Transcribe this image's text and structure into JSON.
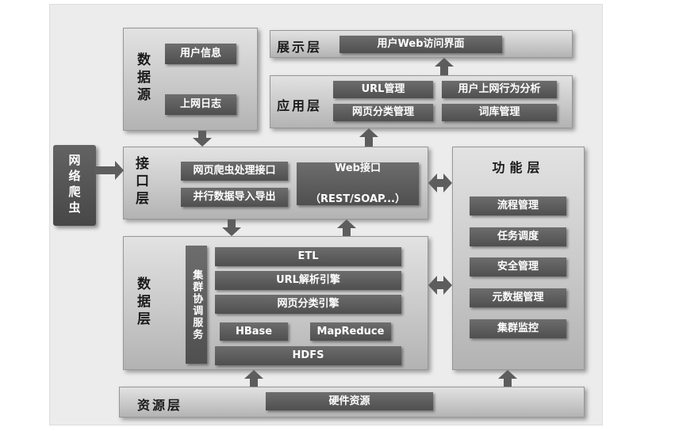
{
  "crawler": {
    "label": "网络爬虫"
  },
  "layers": {
    "data_source": {
      "label": "数据源",
      "items": [
        "用户信息",
        "上网日志"
      ]
    },
    "presentation": {
      "label": "展示层",
      "items": [
        "用户Web访问界面"
      ]
    },
    "application": {
      "label": "应用层",
      "items": [
        "URL管理",
        "网页分类管理",
        "用户上网行为分析",
        "词库管理"
      ]
    },
    "interface": {
      "label": "接口层",
      "items": [
        "网页爬虫处理接口",
        "并行数据导入导出"
      ],
      "web_api": {
        "line1": "Web接口",
        "line2": "（REST/SOAP...）"
      }
    },
    "function": {
      "label": "功能层",
      "items": [
        "流程管理",
        "任务调度",
        "安全管理",
        "元数据管理",
        "集群监控"
      ]
    },
    "data": {
      "label": "数据层",
      "coordination": "集群协调服务",
      "engines": [
        "ETL",
        "URL解析引擎",
        "网页分类引擎"
      ],
      "compute": [
        "HBase",
        "MapReduce"
      ],
      "storage": "HDFS"
    },
    "resource": {
      "label": "资源层",
      "items": [
        "硬件资源"
      ]
    }
  },
  "colors": {
    "dark_box": "#555555",
    "panel": "#c9c9c9",
    "canvas": "#ececec",
    "arrow": "#5d5d5d",
    "text_on_dark": "#ffffff"
  }
}
